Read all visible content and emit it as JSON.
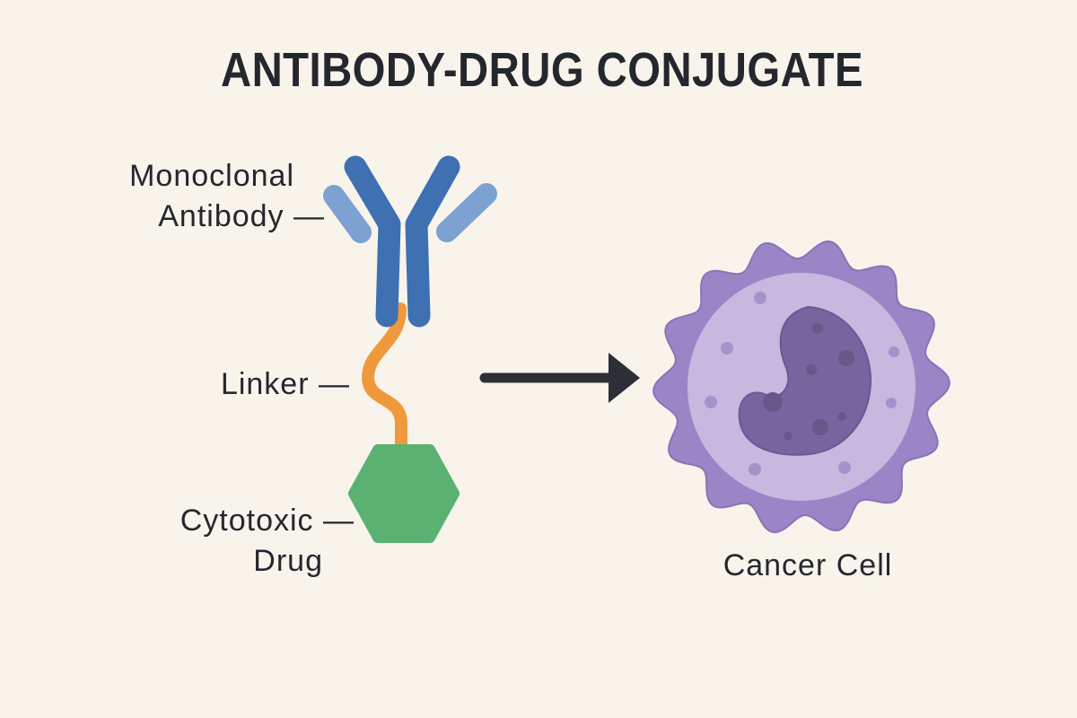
{
  "title": "ANTIBODY-DRUG CONJUGATE",
  "parts": [
    {
      "id": "monoclonal-antibody",
      "label_lines": [
        "Monoclonal",
        "Antibody —"
      ]
    },
    {
      "id": "linker",
      "label_lines": [
        "Linker —"
      ]
    },
    {
      "id": "cytotoxic-drug",
      "label_lines": [
        "Cytotoxic —",
        "Drug"
      ]
    },
    {
      "id": "cancer-cell",
      "label_lines": [
        "Cancer Cell"
      ]
    }
  ],
  "icons": {
    "antibody_shape": "y-shaped-antibody-icon",
    "linker_shape": "s-curve-squiggle-icon",
    "drug_shape": "hexagon-icon",
    "arrow_shape": "right-arrow-icon",
    "cell_shape": "scalloped-cell-icon"
  },
  "colors": {
    "background": "#f8f4eb",
    "text": "#24272e",
    "heavy_chain_blue": "#3e70b2",
    "light_chain_blue": "#7da2d2",
    "linker_orange": "#f0993c",
    "drug_green": "#5bb171",
    "arrow": "#2c3036",
    "cell_membrane": "#9c85c6",
    "cell_membrane_edge": "#8a73b7",
    "cell_cytoplasm": "#c7b8e0",
    "cell_nucleus": "#77659f",
    "cell_nucleus_edge": "#6a5992",
    "nucleus_spot": "#685789",
    "cytoplasm_dot": "#a692ca"
  }
}
